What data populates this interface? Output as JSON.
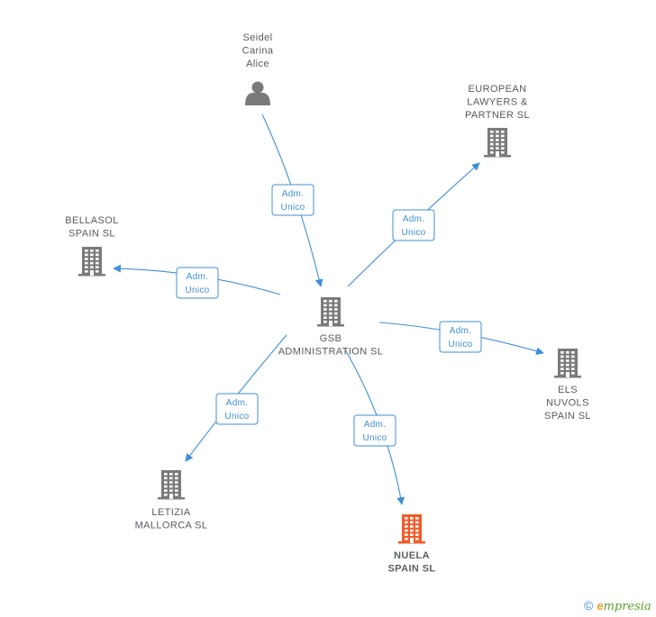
{
  "colors": {
    "node": "#7a7a7a",
    "highlight": "#f15a29",
    "edge": "#3f8fd6"
  },
  "nodes": [
    {
      "id": "seidel",
      "icon": "person-icon",
      "label": [
        "Seidel",
        "Carina",
        "Alice"
      ]
    },
    {
      "id": "european",
      "icon": "building-icon",
      "label": [
        "EUROPEAN",
        "LAWYERS &",
        "PARTNER SL"
      ]
    },
    {
      "id": "bellasol",
      "icon": "building-icon",
      "label": [
        "BELLASOL",
        "SPAIN  SL"
      ]
    },
    {
      "id": "gsb",
      "icon": "building-icon",
      "label": [
        "GSB",
        "ADMINISTRATION SL"
      ]
    },
    {
      "id": "els",
      "icon": "building-icon",
      "label": [
        "ELS",
        "NUVOLS",
        "SPAIN  SL"
      ]
    },
    {
      "id": "letizia",
      "icon": "building-icon",
      "label": [
        "LETIZIA",
        "MALLORCA SL"
      ]
    },
    {
      "id": "nuela",
      "icon": "building-icon",
      "label": [
        "NUELA",
        "SPAIN  SL"
      ],
      "highlight": true
    }
  ],
  "edges": [
    {
      "from": "seidel",
      "to": "gsb",
      "label": [
        "Adm.",
        "Unico"
      ]
    },
    {
      "from": "gsb",
      "to": "european",
      "label": [
        "Adm.",
        "Unico"
      ]
    },
    {
      "from": "gsb",
      "to": "bellasol",
      "label": [
        "Adm.",
        "Unico"
      ]
    },
    {
      "from": "gsb",
      "to": "els",
      "label": [
        "Adm.",
        "Unico"
      ]
    },
    {
      "from": "gsb",
      "to": "letizia",
      "label": [
        "Adm.",
        "Unico"
      ]
    },
    {
      "from": "gsb",
      "to": "nuela",
      "label": [
        "Adm.",
        "Unico"
      ]
    }
  ],
  "footer": {
    "copyright": "©",
    "brand_initial": "e",
    "brand_rest": "mpresia"
  }
}
